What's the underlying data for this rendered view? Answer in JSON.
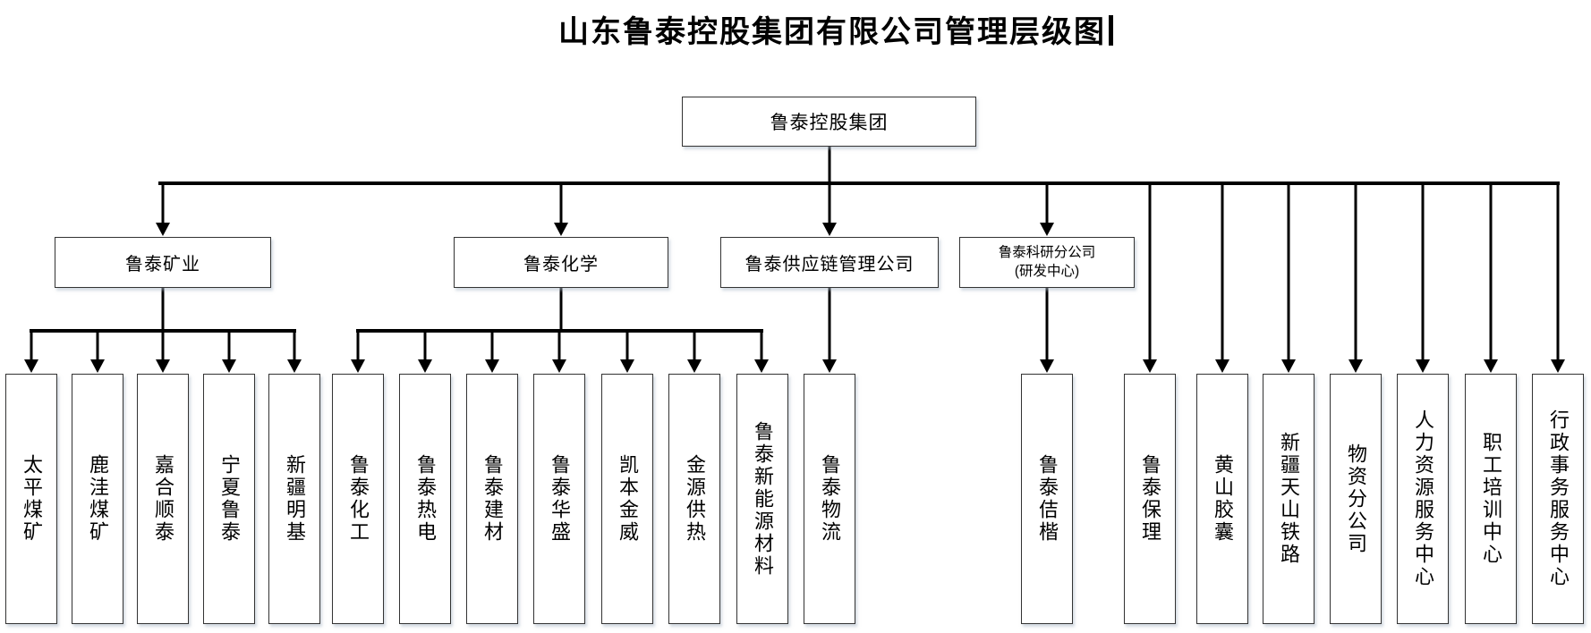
{
  "title": "山东鲁泰控股集团有限公司管理层级图",
  "root": {
    "label": "鲁泰控股集团"
  },
  "branches": {
    "mining": {
      "label": "鲁泰矿业",
      "children": [
        "太平煤矿",
        "鹿洼煤矿",
        "嘉合顺泰",
        "宁夏鲁泰",
        "新疆明基"
      ]
    },
    "chemical": {
      "label": "鲁泰化学",
      "children": [
        "鲁泰化工",
        "鲁泰热电",
        "鲁泰建材",
        "鲁泰华盛",
        "凯本金威",
        "金源供热",
        "鲁泰新能源材料"
      ]
    },
    "supply_chain": {
      "label": "鲁泰供应链管理公司",
      "children": [
        "鲁泰物流"
      ]
    },
    "research": {
      "label_line1": "鲁泰科研分公司",
      "label_line2": "(研发中心)",
      "children": [
        "鲁泰佶楷"
      ]
    }
  },
  "direct_subsidiaries": [
    "鲁泰保理",
    "黄山胶囊",
    "新疆天山铁路",
    "物资分公司",
    "人力资源服务中心",
    "职工培训中心",
    "行政事务服务中心"
  ],
  "colors": {
    "line": "#000000",
    "box_border": "#333333",
    "background": "#ffffff"
  }
}
